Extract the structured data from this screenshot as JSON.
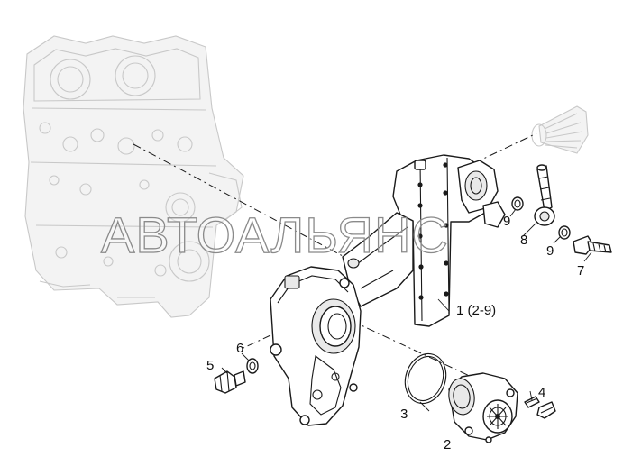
{
  "watermark": {
    "text": "АВТОАЛЬЯНС"
  },
  "callouts": [
    {
      "id": "part-1",
      "label": "1 (2-9)"
    },
    {
      "id": "part-2",
      "label": "2"
    },
    {
      "id": "part-3",
      "label": "3"
    },
    {
      "id": "part-4",
      "label": "4"
    },
    {
      "id": "part-5",
      "label": "5"
    },
    {
      "id": "part-6",
      "label": "6"
    },
    {
      "id": "part-7",
      "label": "7"
    },
    {
      "id": "part-8",
      "label": "8"
    },
    {
      "id": "part-9a",
      "label": "9"
    },
    {
      "id": "part-9b",
      "label": "9"
    }
  ],
  "colors": {
    "line": "#1a1a1a",
    "ghost": "#c8c8c8",
    "watermark": "#8a8a8a"
  }
}
